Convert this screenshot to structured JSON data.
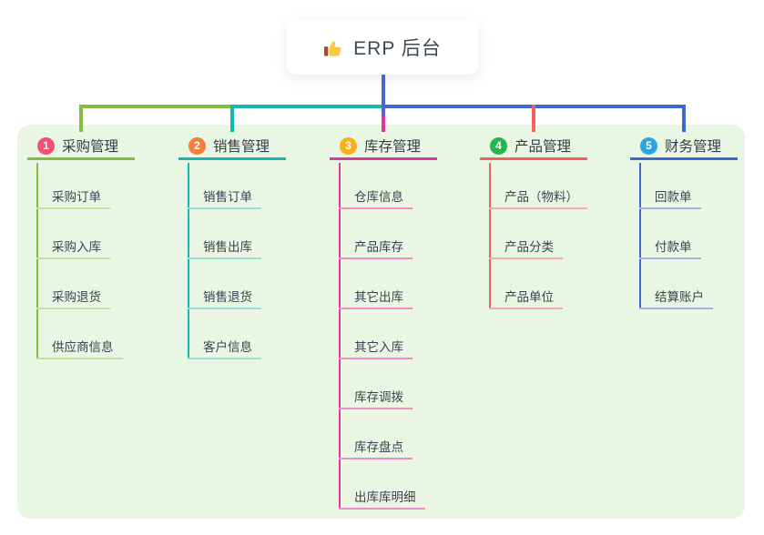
{
  "root": {
    "label": "ERP 后台",
    "icon": "thumbs-up",
    "line_color": "#5064d2",
    "icon_colors": {
      "hand": "#fbc843",
      "sleeve": "#9d5228"
    }
  },
  "panel": {
    "bg": "#e9f6e3"
  },
  "branches": [
    {
      "number": "1",
      "title": "采购管理",
      "badge_color": "#f1506e",
      "line_color": "#84bc41",
      "child_line_color": "#c4e09d",
      "children": [
        "采购订单",
        "采购入库",
        "采购退货",
        "供应商信息"
      ]
    },
    {
      "number": "2",
      "title": "销售管理",
      "badge_color": "#f67d3c",
      "line_color": "#16b7b0",
      "child_line_color": "#99ded7",
      "children": [
        "销售订单",
        "销售出库",
        "销售退货",
        "客户信息"
      ]
    },
    {
      "number": "3",
      "title": "库存管理",
      "badge_color": "#fbaf17",
      "line_color": "#d83a9a",
      "child_line_color": "#f18ac6",
      "children": [
        "仓库信息",
        "产品库存",
        "其它出库",
        "其它入库",
        "库存调拨",
        "库存盘点",
        "出库库明细"
      ]
    },
    {
      "number": "4",
      "title": "产品管理",
      "badge_color": "#26b551",
      "line_color": "#f4615c",
      "child_line_color": "#f8aca7",
      "children": [
        "产品（物料）",
        "产品分类",
        "产品单位"
      ]
    },
    {
      "number": "5",
      "title": "财务管理",
      "badge_color": "#27a6e6",
      "line_color": "#3f66d6",
      "child_line_color": "#a1b4e1",
      "children": [
        "回款单",
        "付款单",
        "结算账户"
      ]
    }
  ]
}
